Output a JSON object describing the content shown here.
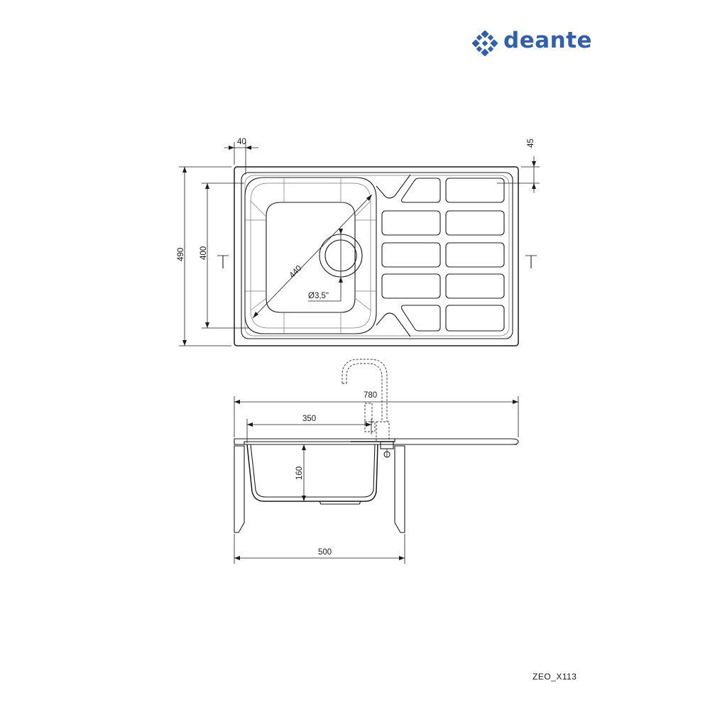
{
  "brand": {
    "name": "deante",
    "logo_icon": "deante-logo-icon",
    "color": "#2f5fb3"
  },
  "dimensions": {
    "top_view": {
      "rim_offset_left": "40",
      "rim_offset_top": "45",
      "bowl_diagonal": "440",
      "drain_size": "Ø3,5\"",
      "bowl_depth_outer": "490",
      "bowl_depth_inner": "400"
    },
    "side_view": {
      "total_length": "780",
      "bowl_length": "350",
      "bowl_height": "160",
      "cabinet_width": "500"
    }
  },
  "product_code": "ZEO_X113"
}
